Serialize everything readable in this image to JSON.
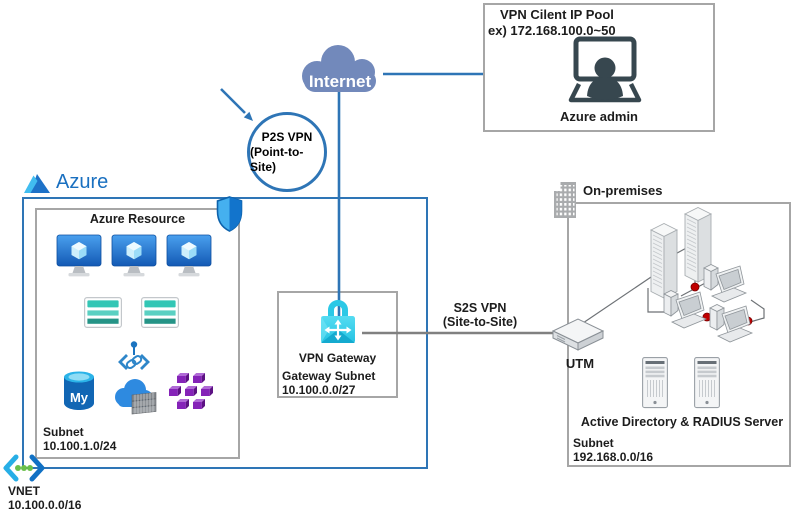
{
  "palette": {
    "azure_line": "#2e75b6",
    "box_border": "#a6a6a6",
    "cloud_blue": "#7289bb",
    "node_dot": "#c00000",
    "brand_text": "#1a70c0",
    "lock_cyan": "#2bc8e6",
    "shield_blue": "#1274cc",
    "vm_blue": "#1d6fd0",
    "app_teal": "#33c6b5",
    "container_purple": "#8523b8"
  },
  "admin_box": {
    "line1": "VPN Cilent IP Pool",
    "line2": "ex) 172.168.100.0~50",
    "label": "Azure admin"
  },
  "internet": {
    "label": "Internet"
  },
  "p2s": {
    "line1": "P2S VPN",
    "line2": "(Point-to-Site)"
  },
  "azure": {
    "brand": "Azure"
  },
  "azure_resource": {
    "title": "Azure Resource",
    "mysql_label": "My",
    "subnet_label": "Subnet",
    "subnet_value": "10.100.1.0/24"
  },
  "vnet": {
    "label": "VNET",
    "value": "10.100.0.0/16"
  },
  "vpn_gateway": {
    "label": "VPN Gateway",
    "subnet_label": "Gateway Subnet",
    "subnet_value": "10.100.0.0/27"
  },
  "s2s": {
    "line1": "S2S VPN",
    "line2": "(Site-to-Site)"
  },
  "utm": {
    "label": "UTM"
  },
  "on_premises": {
    "title": "On-premises",
    "server_label": "Active Directory & RADIUS Server",
    "subnet_label": "Subnet",
    "subnet_value": "192.168.0.0/16"
  },
  "icons": [
    "internet-cloud-icon",
    "azure-admin-icon",
    "azure-logo-icon",
    "security-shield-icon",
    "vm-icon",
    "app-service-icon",
    "mysql-db-icon",
    "api-management-icon",
    "cloud-services-icon",
    "container-group-icon",
    "vnet-icon",
    "vpn-lock-icon",
    "building-icon",
    "server-rack-icon",
    "desktop-pc-icon",
    "tower-server-icon",
    "utm-appliance-icon",
    "network-node-dot",
    "arrow-icon"
  ]
}
